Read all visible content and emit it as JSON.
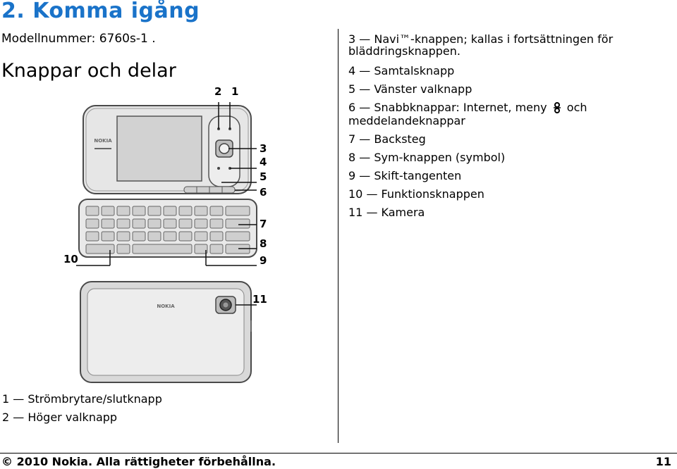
{
  "chapter_title": "2.  Komma igång",
  "model_number": "Modellnummer: 6760s-1 .",
  "section_title": "Knappar och delar",
  "callouts": {
    "c1": "1",
    "c2": "2",
    "c3": "3",
    "c4": "4",
    "c5": "5",
    "c6": "6",
    "c7": "7",
    "c8": "8",
    "c9": "9",
    "c10": "10",
    "c11": "11"
  },
  "phone_brand": "NOKIA",
  "right_list": {
    "item3_line1": "3 — Navi™-knappen; kallas i fortsättningen för",
    "item3_line2": "bläddringsknappen.",
    "item4": "4 — Samtalsknapp",
    "item5": "5 — Vänster valknapp",
    "item6_line1a": "6 — Snabbknappar: Internet, meny",
    "item6_line1b": "och",
    "item6_line2": "meddelandeknappar",
    "item7": "7 — Backsteg",
    "item8": "8 — Sym-knappen (symbol)",
    "item9": "9 — Skift-tangenten",
    "item10": "10 — Funktionsknappen",
    "item11": "11 — Kamera"
  },
  "left_list": {
    "item1": "1 — Strömbrytare/slutknapp",
    "item2": "2 — Höger valknapp"
  },
  "footer": {
    "copyright": "© 2010 Nokia. Alla rättigheter förbehållna.",
    "page_number": "11"
  },
  "icons": {
    "menu": "menu-icon"
  }
}
